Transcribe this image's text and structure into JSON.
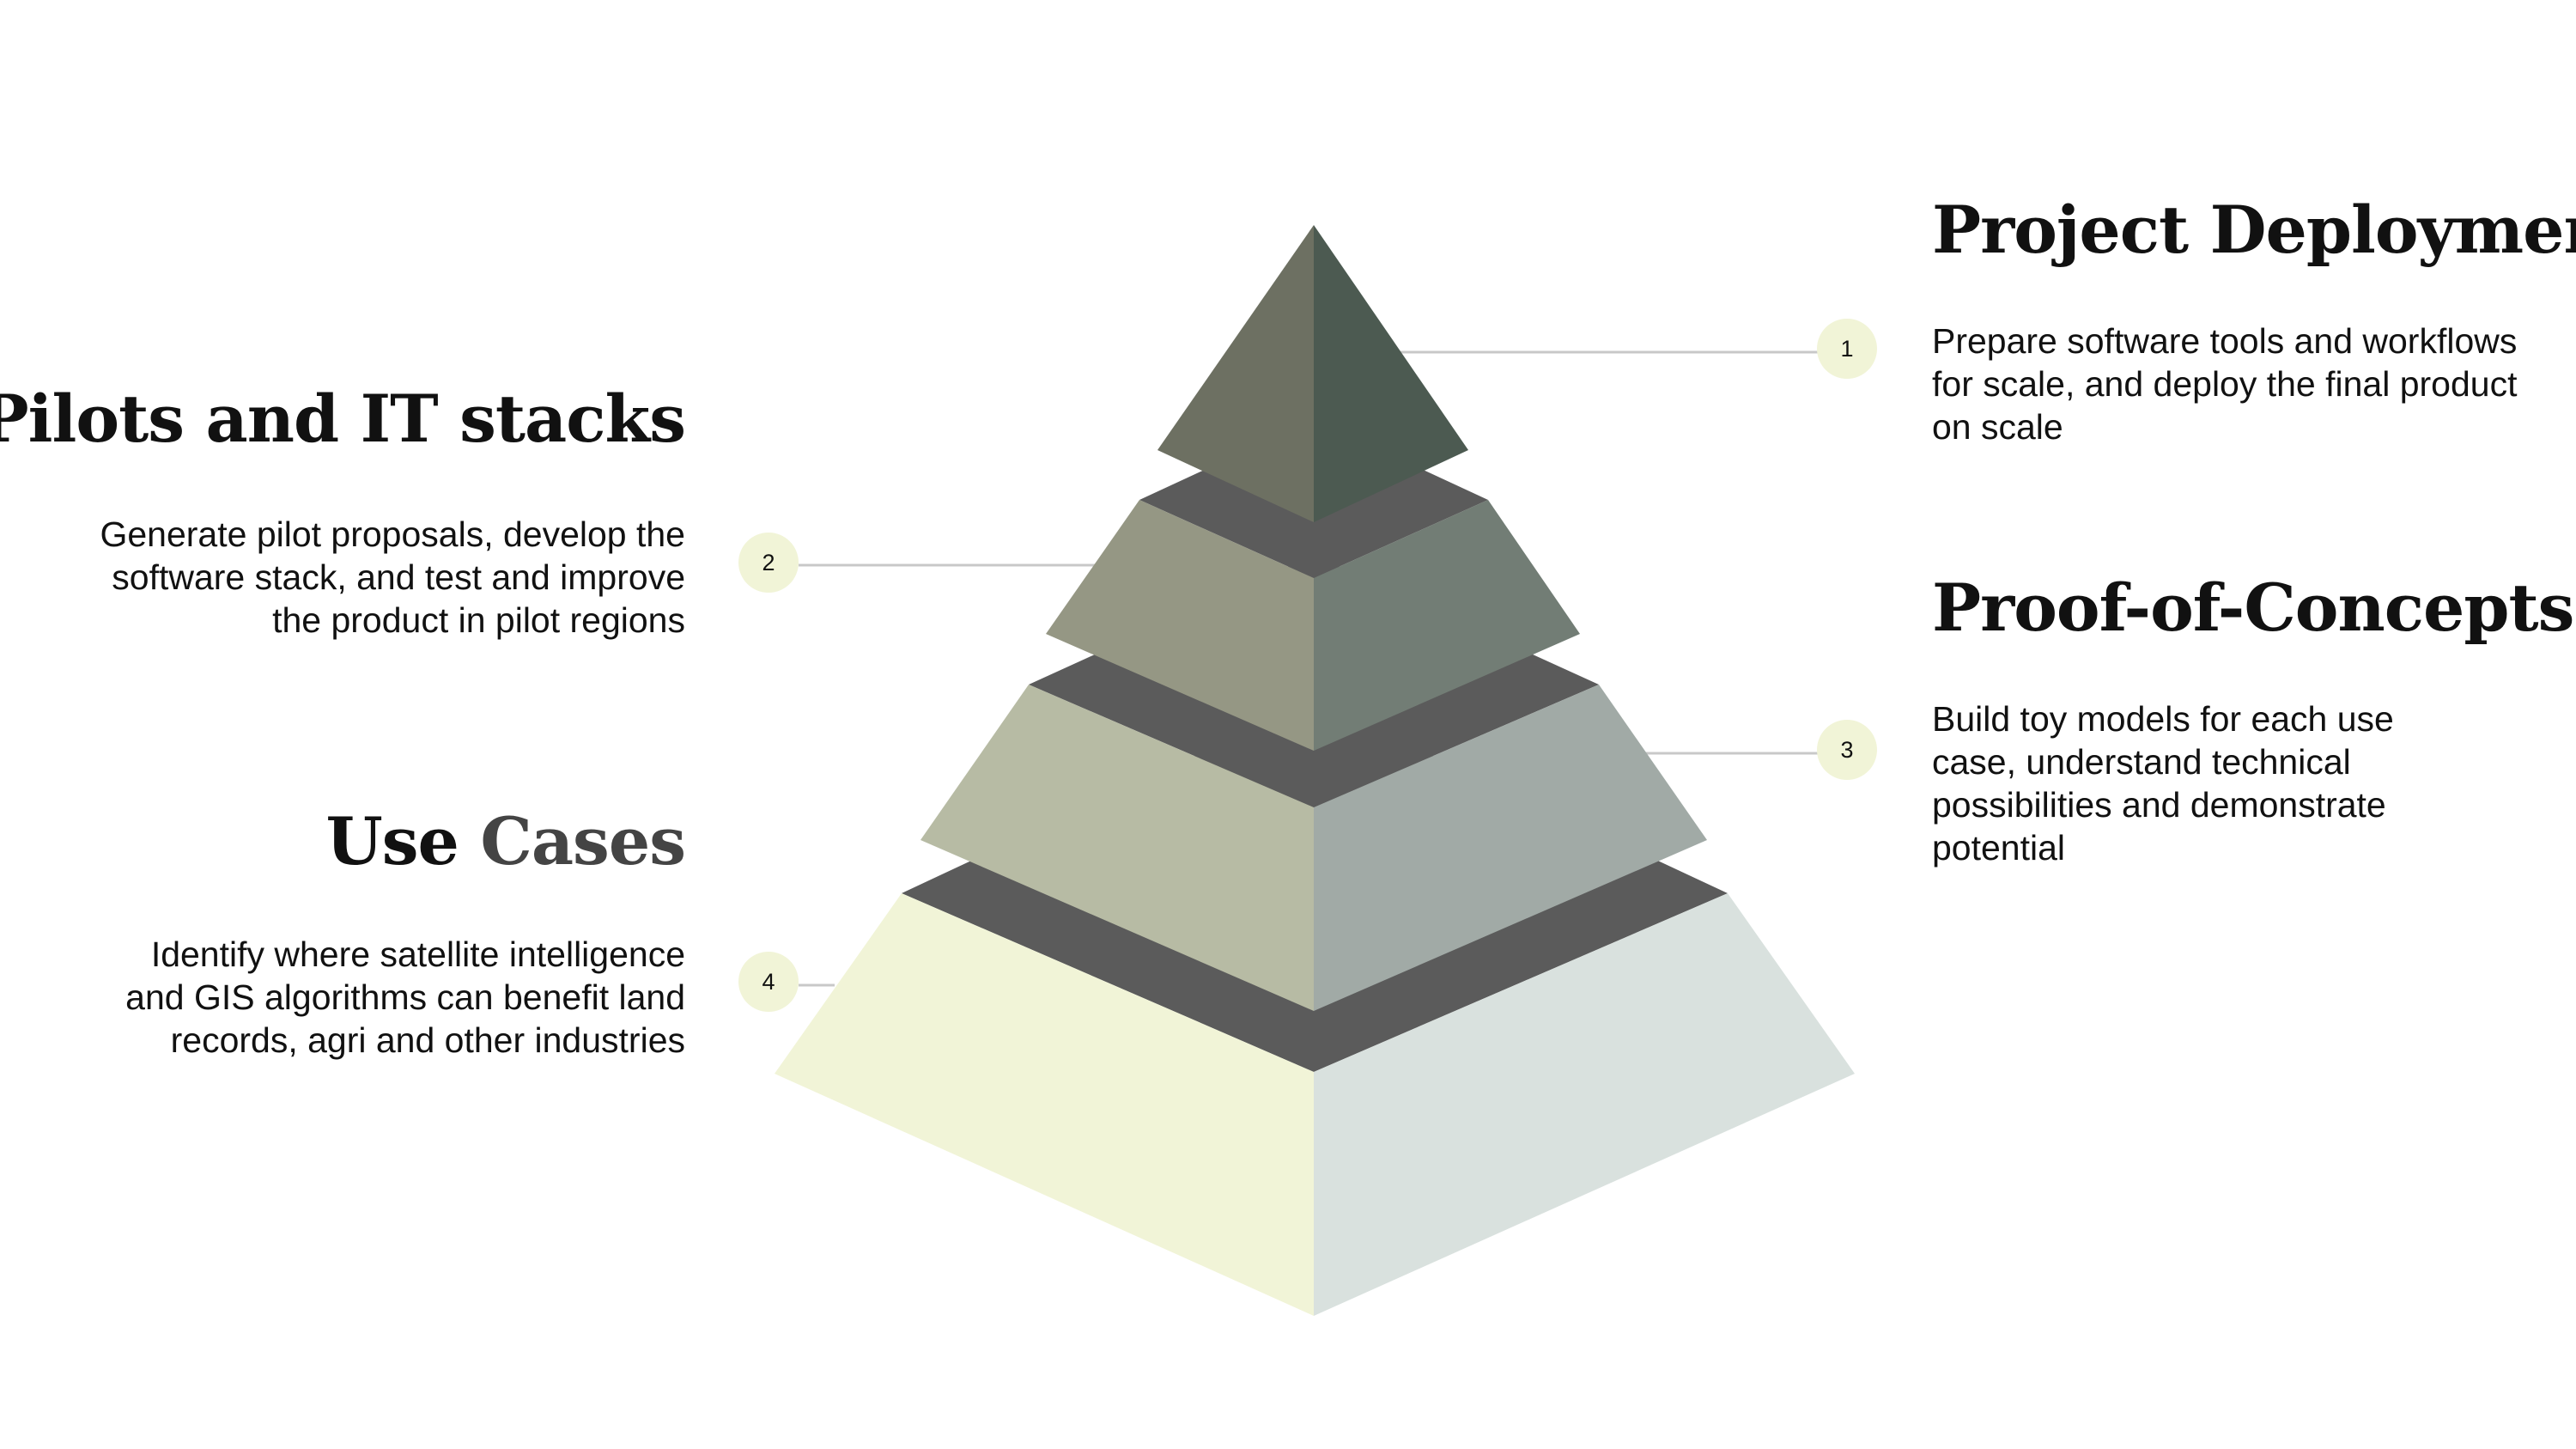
{
  "tiers": [
    {
      "number": "1",
      "title": "Project Deployment",
      "description": "Prepare software tools and workflows for scale, and deploy the final product on scale",
      "colors": {
        "left": "#6d7062",
        "right": "#4c5a51"
      }
    },
    {
      "number": "2",
      "title": "Pilots and IT stacks",
      "description": "Generate pilot proposals, develop the software stack, and test and improve the product in pilot regions",
      "colors": {
        "left": "#959784",
        "right": "#727d75"
      }
    },
    {
      "number": "3",
      "title": "Proof-of-Concepts",
      "description": "Build toy models for each use case, understand technical possibilities and demonstrate potential",
      "colors": {
        "left": "#b7bba4",
        "right": "#a1aaa6"
      }
    },
    {
      "number": "4",
      "title_parts": [
        "Use",
        "Cases"
      ],
      "description": "Identify where satellite intelligence and GIS algorithms can benefit land records, agri and other industries",
      "colors": {
        "left": "#f1f4d7",
        "right": "#d9e1de"
      }
    }
  ],
  "colors": {
    "top_face": "#5b5b5b",
    "marker_fill": "#f1f4d7",
    "connector": "#c8c8c8",
    "title_text": "#111111",
    "title_muted": "#444444"
  }
}
